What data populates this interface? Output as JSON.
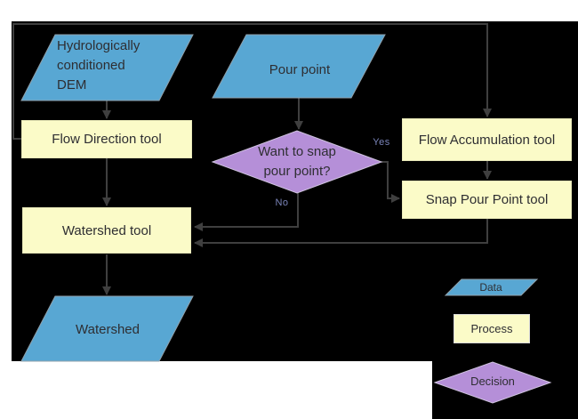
{
  "diagram": {
    "nodes": {
      "dem": "Hydrologically conditioned DEM",
      "pour_point": "Pour point",
      "flow_direction": "Flow Direction tool",
      "flow_accumulation": "Flow Accumulation tool",
      "decision": "Want to snap pour point?",
      "snap_pour_point": "Snap Pour Point tool",
      "watershed_tool": "Watershed tool",
      "watershed_output": "Watershed"
    },
    "edge_labels": {
      "yes": "Yes",
      "no": "No"
    },
    "legend": {
      "data": "Data",
      "process": "Process",
      "decision": "Decision"
    },
    "colors": {
      "data_fill": "#58A7D3",
      "process_fill": "#FBFBC8",
      "decision_fill": "#B58FD8",
      "connector": "#3F3F3F",
      "canvas": "#000000",
      "page": "#FFFFFF"
    }
  }
}
